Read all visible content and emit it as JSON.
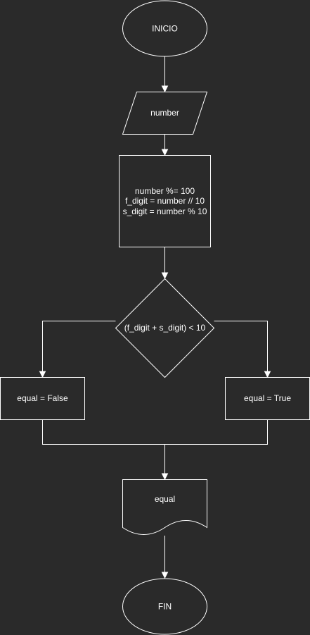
{
  "diagram": {
    "colors": {
      "background": "#2a2a2a",
      "stroke": "#ffffff",
      "text": "#ffffff"
    },
    "nodes": {
      "start": "INICIO",
      "input": "number",
      "process": [
        "number %= 100",
        "f_digit = number // 10",
        "s_digit = number % 10"
      ],
      "decision": "(f_digit + s_digit) < 10",
      "branch_false": "equal = False",
      "branch_true": "equal = True",
      "output": "equal",
      "end": "FIN"
    }
  }
}
